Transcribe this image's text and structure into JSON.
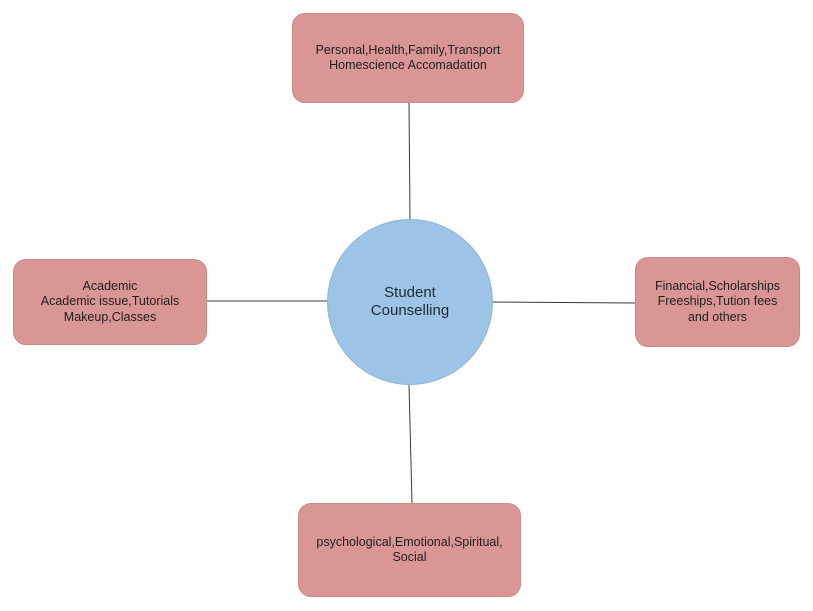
{
  "diagram": {
    "center": {
      "lines": [
        "Student",
        "Counselling"
      ],
      "color": "#9dc3e6"
    },
    "node_color": "#da9694",
    "nodes": {
      "top": {
        "lines": [
          "Personal,Health,Family,Transport",
          "Homescience Accomadation"
        ]
      },
      "left": {
        "lines": [
          "Academic",
          "Academic issue,Tutorials",
          "Makeup,Classes"
        ]
      },
      "right": {
        "lines": [
          "Financial,Scholarships",
          "Freeships,Tution fees",
          "and others"
        ]
      },
      "bottom": {
        "lines": [
          "psychological,Emotional,Spiritual,",
          "Social"
        ]
      }
    }
  }
}
